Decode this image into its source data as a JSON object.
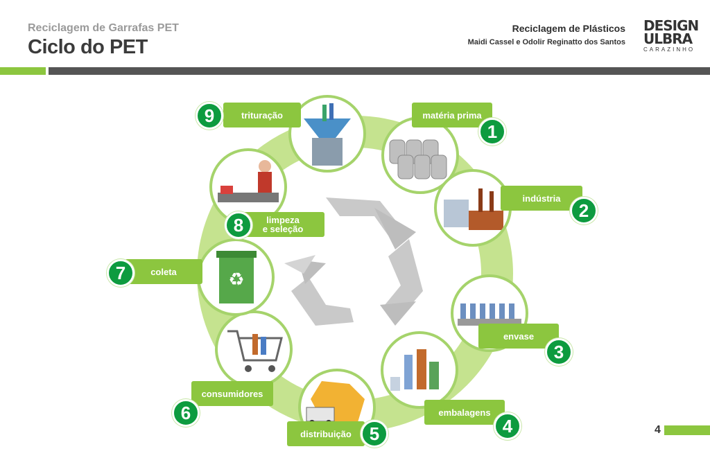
{
  "header": {
    "subtitle": "Reciclagem de Garrafas PET",
    "title": "Ciclo do PET",
    "right_title": "Reciclagem de Plásticos",
    "right_authors": "Maidi Cassel e Odolir Reginatto dos Santos"
  },
  "logo": {
    "line1": "DESIGN",
    "line2": "ULBRA",
    "line3": "CARAZINHO"
  },
  "steps": [
    {
      "num": "1",
      "label": "matéria prima"
    },
    {
      "num": "2",
      "label": "indústria"
    },
    {
      "num": "3",
      "label": "envase"
    },
    {
      "num": "4",
      "label": "embalagens"
    },
    {
      "num": "5",
      "label": "distribuição"
    },
    {
      "num": "6",
      "label": "consumidores"
    },
    {
      "num": "7",
      "label": "coleta"
    },
    {
      "num": "8",
      "label_line1": "limpeza",
      "label_line2": "e seleção"
    },
    {
      "num": "9",
      "label": "trituração"
    }
  ],
  "footer": {
    "page": "4"
  },
  "colors": {
    "accent": "#8cc63f",
    "number_badge": "#0d9b3f",
    "ring": "#c5e38f",
    "bar_dark": "#555555"
  }
}
